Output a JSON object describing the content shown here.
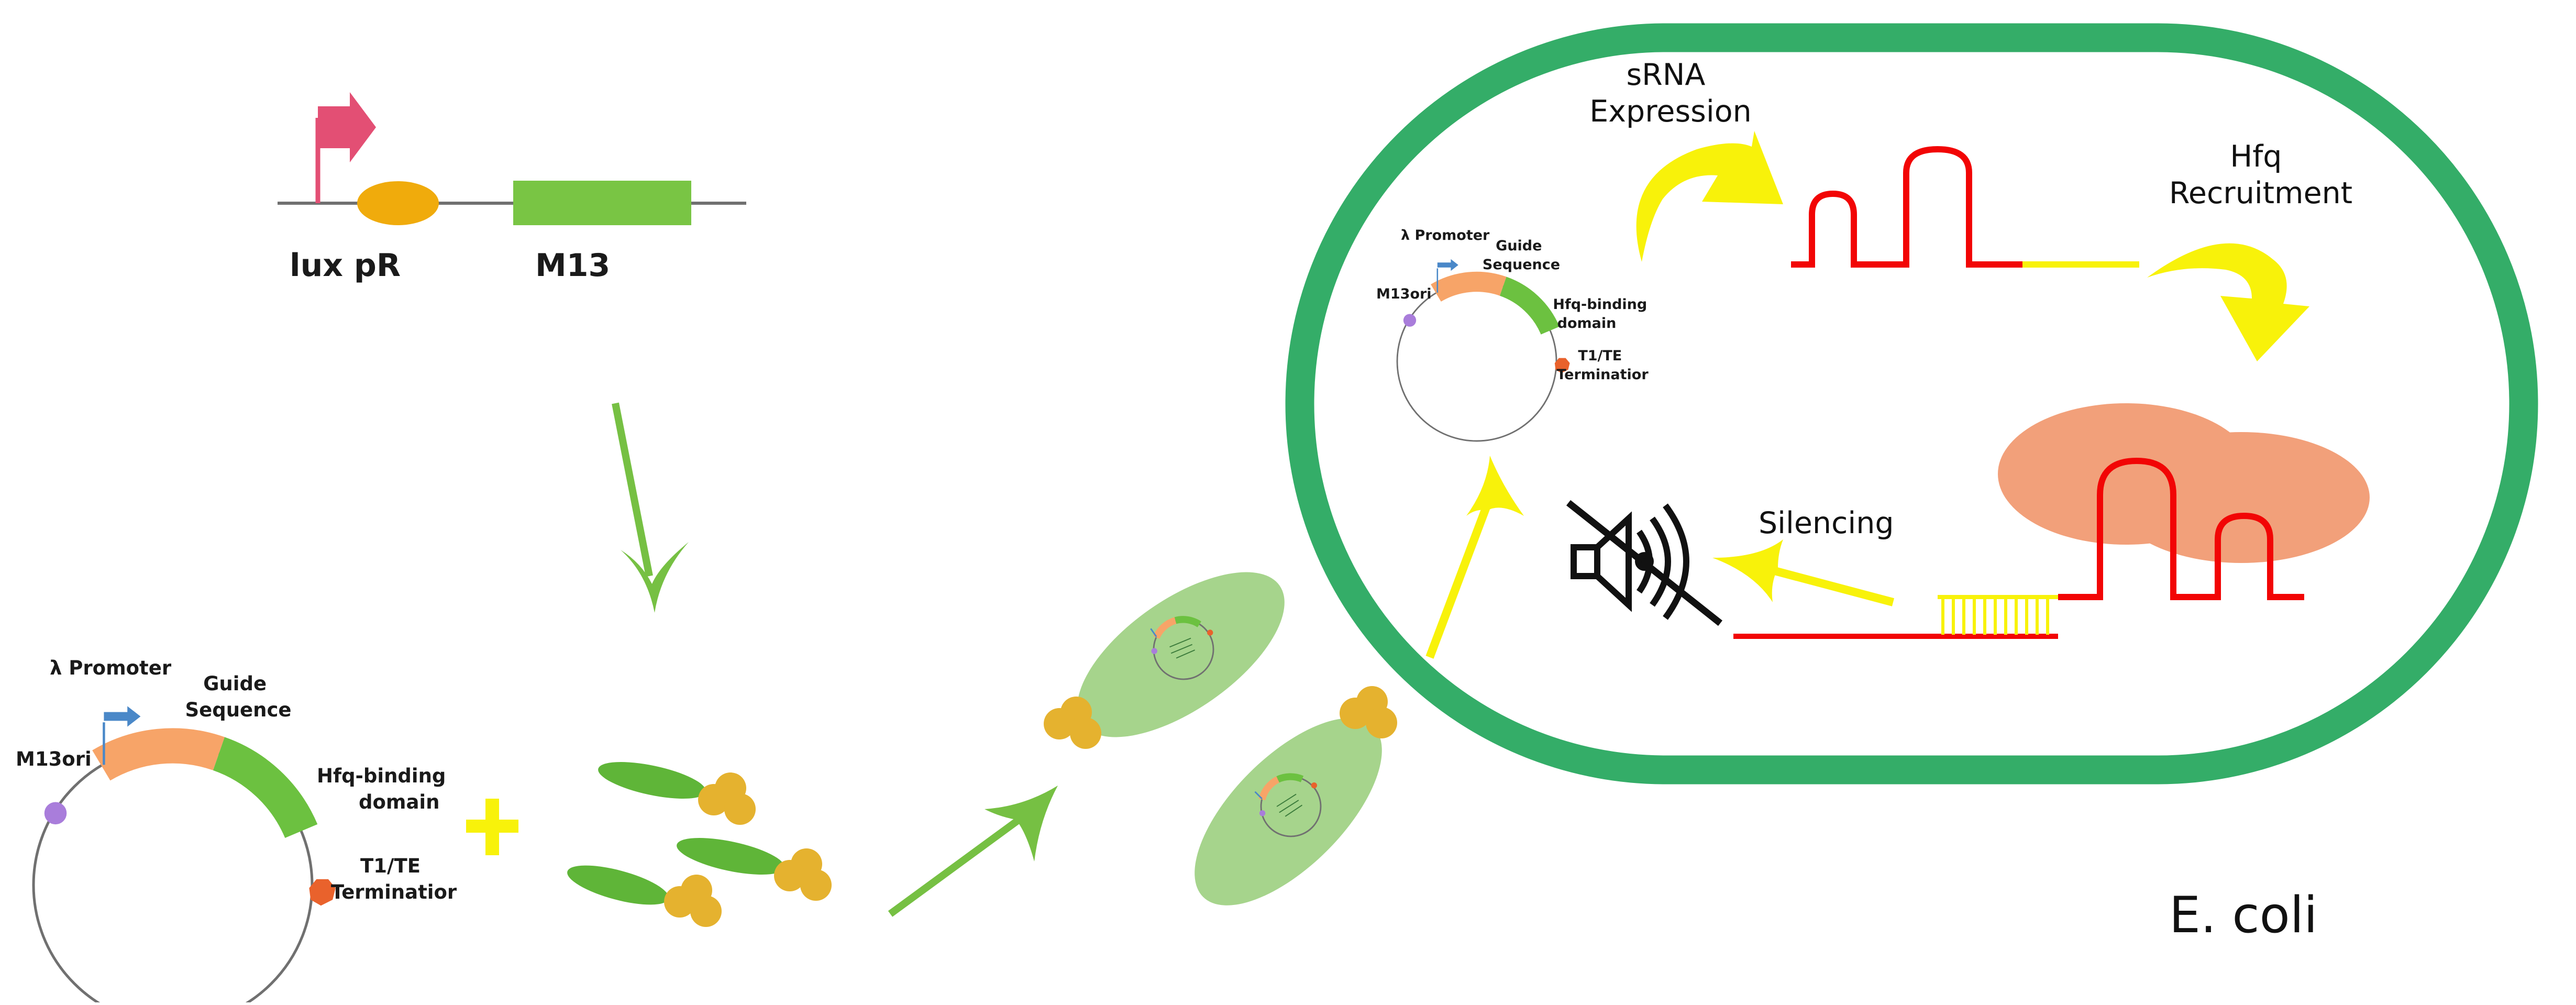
{
  "construct": {
    "promoter_label": "lux pR",
    "gene_label": "M13"
  },
  "plasmid": {
    "promoter": "λ Promoter",
    "guide": "Guide\nSequence",
    "hfq_domain": "Hfq-binding\ndomain",
    "terminator": "T1/TE\nTerminatior",
    "origin": "M13ori"
  },
  "cell": {
    "organism": "E. coli",
    "srna_expression": "sRNA\nExpression",
    "hfq_recruitment": "Hfq\nRecruitment",
    "silencing": "Silencing"
  },
  "colors": {
    "cell_wall": "#34ad68",
    "phage_body": "#5fb538",
    "phage_head": "#e5b22f",
    "promoter_flag": "#e34f74",
    "rbs": "#f0ab0c",
    "gene": "#79c544",
    "plasmid_promoter": "#4a88c8",
    "guide": "#f7a468",
    "hfq_domain": "#6cc140",
    "terminator": "#e9622c",
    "origin": "#a97ddb",
    "srna": "#f20505",
    "yellow": "#f8f20a",
    "hfq_protein": "#f2a07a"
  }
}
